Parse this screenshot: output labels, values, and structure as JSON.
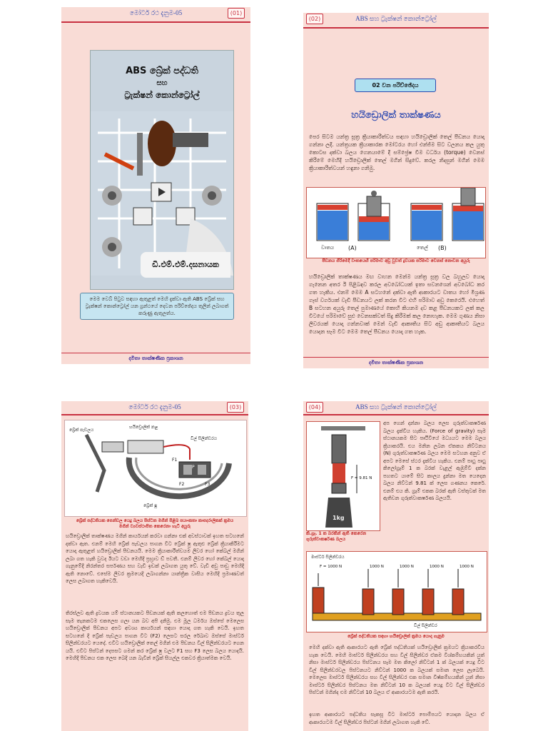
{
  "p1": {
    "header": "මෝටර් රථ දැනුම-05",
    "page_no": "(01)",
    "cover_title": [
      "ABS බ්‍රේක් පද්ධති",
      "සහ",
      "ට්‍රැක්ෂන් කොන්ට්‍රෝල්"
    ],
    "author": "ඩී.එම්.එම්.දසනායක",
    "box_text": "මෙම වෙබ් පිටුව සඳහා ඇතුළත් මෙහි දැක්වා ඇති ABS බ්‍රේක් සහ ට්‍රැක්ෂන් කොන්ට්‍රෝල් යන ග්‍රන්ථයේ දෙවන පරිච්ඡේදය තුලින් ලබාගත් කරුණු ඇතුලත්ය.",
    "footer": "දමිතා තාක්ෂණික ප්‍රකාශන"
  },
  "p2": {
    "header": "ABS සහ ට්‍රැක්ෂන් කොන්ට්‍රෝල්",
    "page_no": "(02)",
    "chapter": "02 වන පරිච්ඡේදය",
    "title": "හයිඩ්‍රොලික් තාක්ෂණය",
    "para1": "පෙර සිටම යන්ත්‍ර සූත්‍ර ක්‍රියාකාරීත්වය සඳහා හයිඩ්‍රොලික් තෙල් පීඩනය යොදා ගන්නා ලදී. යන්ත්‍රයක ක්‍රියාකාරක මෝටරය හෝ එන්ජිම සිට වලනය කල යුතු කොටස දක්වා බලය ගෙනයාමේ දී සම්ප්‍රේෂ විම වර්ධය (torque) වෙනස් කිරීමේ මෙහිදි හයිඩ්‍රොලික් තෙල් මගින් සිදුවේ. කරල නිදසුන් මගින් මෙම ක්‍රියාකාරීත්වයන් හඳුනා ගනිමු.",
    "fig_label_a": "(A)",
    "fig_label_b": "(B)",
    "fig_water": "වාතය",
    "fig_oil": "තෙල්",
    "fig_caption": "පීඩනය ගිරිමෙදී වාතයෙහි පරිමාව අඩු වුවත් ද්‍රවයක පරිමාව වෙනස් නොවන අයුරු",
    "para2": "හයිඩ්‍රොලික් තාක්ෂණය මඟ වාහන මෙන්ම යන්ත්‍ර සූත්‍ර වල බහුලව යොදා ගැනෙන අතර ඊ පිළිබඳව කරල අවබෝධයක් ඉතා සවනශෙන් අවබෝධ කර ගත හැකිය. එනම් මෙම A සටහනේ දක්වා ඇති ආකාරයට වාතය හෝ මිශ්‍රණ ගෑස් වර්ගයක් වැඩි පීඩනයට ලක් කරන විට එහි පරිමාව අඩු කෙරෙයි. එහෙත් B සටහන අයුරු තෙල් පුමාණයේ කොහි කියනම දව කළ පීඩනයකට ලක් කල විටයේ පරිමාවේ සුළු වෙනසක්වත් සිදු කිරීමක් කල නොහැක. මෙම ගුණය නිසා ලිවරයක් යොදා ගන්නවාක් මෙන් වැඩි ආකෘතිය සිට අඩු ආකෘතියට බලය යොදන සෑම විට මෙම තෙල් පීඩනය යොදා ගත හැක.",
    "footer": "දමිතා තාක්ෂණික ප්‍රකාශන"
  },
  "p3": {
    "header": "මෝටර් රථ දැනුම-05",
    "page_no": "(03)",
    "lbl_pedal": "බ්‍රේක් පැඩලය",
    "lbl_hose": "හයිඩ්‍රොලික් නළ",
    "lbl_cyl": "වීල් සිලින්ඩරය",
    "lbl_shoe": "බ්‍රේක් ෂූ",
    "lbl_f1": "F1",
    "lbl_f2": "F2",
    "lbl_f3": "F3",
    "lbl_p": "P",
    "fig_caption": "බ්‍රේක් පද්ධතියක පෙන්ඩල යෙදූ බලය පිස්ටන මගින් පිළිබ පයාංකතා කාපදරාලිකක් ක්‍රමය මගින් ව්‍යවස්ථාපිත කෙරෙනා හැටි අයුරු",
    "para1": "හයිඩ්‍රොලික් තාක්ෂණය මගින් කාර්යයන් කරවා ගන්නා එක් අවස්ථාවක් ඉහත සටහනේ දක්වා ඇත. එනම් මෙහි බ්‍රේක් පැඩලය පාගන විට බ්‍රේක් ෂු ඇතුළු බ්‍රේක් ක්‍රියාකිරීමට යොදා ඇතුළත් හයිඩ්‍රොලික් පීඩනයයි. මෙම ක්‍රියාකාරීත්වයම ලිවර හෝ කේබල් මගින් ලබා ගත හැකි වුවද ඊයට වඩා මෙහිදී ප්‍රභ්‍රාව ඩ් පවතී. එනම් ලිවර හෝ කේබල් යොදා ගැනුමේදී නිරන්තර සර්පණය සහ වැඩි ඉඩක් ලබාගත යුතු වේ. වැඩි අඩු පාඩු මෙහිදී ඇති නොවේ. එසේම ලිවර ක්‍රමයෙදී ලබාගන්නා යාන්ත්‍රික වාසිය මෙහිදී ප්‍රමාණවත් ලෙස ලබාගත හැකිවෙයි.",
    "para2": "තිරස්ලව ඇති ද්‍රවයක යම් ස්ථානයකට පීඩනයක් ඇති කලහොත් එම පීඩනය ද්‍රවය තුල සෑම තැනකටම එකලෙස ගලා යන බව අපි දනිමු. එම මූල ධර්මය ඔස්සේ මෙලෙස හයිඩ්‍රොලික් පීඩනය අපට අවශ්‍ය කාර්යයන් සඳහා යොදා ගත හැකි වෙයි. ඉහත සටහනේ දී බ්‍රේක් පැඩලය පාගන විට (F2) ලෙසට සරල රේඛාව ඔස්සේ මාස්ටර් සිලින්ඩරයට යෙදේ. එවිට හයිඩ්‍රොලික් තෙල් මගින් එම පීඩනය වීල් සිලින්ඩරයට ගෙන යයි. එවිට පිස්ටන් දෙපසට ගමන් කර බ්‍රේක් ෂු වලට F1 සහ F3 ලෙස බලය යොදයි. මෙහිදී පීඩනය එක ලෙස බෙදී යන බැවින් බ්‍රේක් සියල්ල එකවර ක්‍රියාත්මක වෙයි.",
    "footer": ""
  },
  "p4": {
    "header": "ABS සහ ට්‍රැක්ෂන් කොන්ට්‍රෝල්",
    "page_no": "(04)",
    "right_text": "අප ගෙන් දන්නා බලය ලෙස ගුරුත්වාකර්ෂණ බලය දැක්විය හැකිය. (Force of gravity) සෑම ස්ථානයකම සිට පෘථිවියේ මධ්‍යයට මෙම බලය ක්‍රියාකරයි. එය මනින ලබන ඒකකය නිව්ටනය (N) ගුරුත්වාකර්ෂණ බලය මෙම සටහන අනුව ඒ අපට මෙසේ ස්ථර දැක්විය හැකිය. එනම් පෘථු පෘථු කිලෝග්‍රෑම් 1 ක බරක් වැළල් ඇඹුම්වී දක්න පහතට යාමේ සිට කාලය දුන්නා මත යෙදෙන බලය නිව්ටන් 9.81 ක් ලෙස ගණනය කෙරේ. එනම් එය කි. ග්‍රෑම් එකක බරක් ඇති වස්තුවක් මත ඇතිවන ගුරුත්වාකර්ෂණ බලයයි.",
    "f_label": "F = 9.81 N",
    "weight_label": "1kg",
    "fig1_caption": "කි.ග්‍රෑ. 1 ක බරකින් ඇති කෙරෙන ගුරුත්වාකර්ෂණ බලය",
    "lbl_master": "මාස්ටර් සිලින්ඩරය",
    "lbl_f1000": "F = 1000 N",
    "lbl_n1": "1000 N",
    "lbl_n2": "1000 N",
    "lbl_n3": "1000 N",
    "lbl_n4": "1000 N",
    "lbl_wheel": "වීල් සිලින්ඩර",
    "fig2_caption": "බ්‍රේක් පද්ධතියක සඳහා හයිඩ්‍රොලික් ක්‍රමය යොදා ගැනුම",
    "para": "මෙහි දක්වා ඇති ආකාරයට ඇති බ්‍රේක් පද්ධතියක් හයිඩ්‍රොලික් ක්‍රමයට ක්‍රියාකරවිය හැක වෙයි. මෙහි මාස්ටර් සිලින්ඩරය සහ වීල් සිලින්ඩර ඒකම විශ්කම්භයකින් යුත් නිසා මාස්ටර් සිලින්ඩරය පිස්ටනය සෑම මත කිලෝ නිව්ටන් 1 ක් බලයක් යෙදූ විට වීල් සිලින්ඩරවල පිස්ටනයට නිව්ටන් 1000 ක බලයක් සමාන ලෙස ලැබෙයි. මෙලෙස මාස්ටර් සිලින්ඩරය සහ වීල් සිලින්ඩර එක සමාන විෂ්කම්භයකින් යුත් නිසා මාස්ටර් සිලින්ඩර පිස්ටනය මත නිව්ටන් 10 ක බලයක් යෙදූ විට වීල් සිලින්ඩර පිස්ටන් මගින්ද එම නිව්ටන් 10 බලය ඒ ආකාරයටම ඇති කරයි.",
    "para2": "ඉහත ආකාරයට පද්ධතිය සැකසූ විට මාස්ටර් පොම්පයට යොදන බලය ඒ ආකාරයටම වීල් සිලින්ඩර පිස්ටන් මගින් ලබාගත හැකි වේ."
  }
}
